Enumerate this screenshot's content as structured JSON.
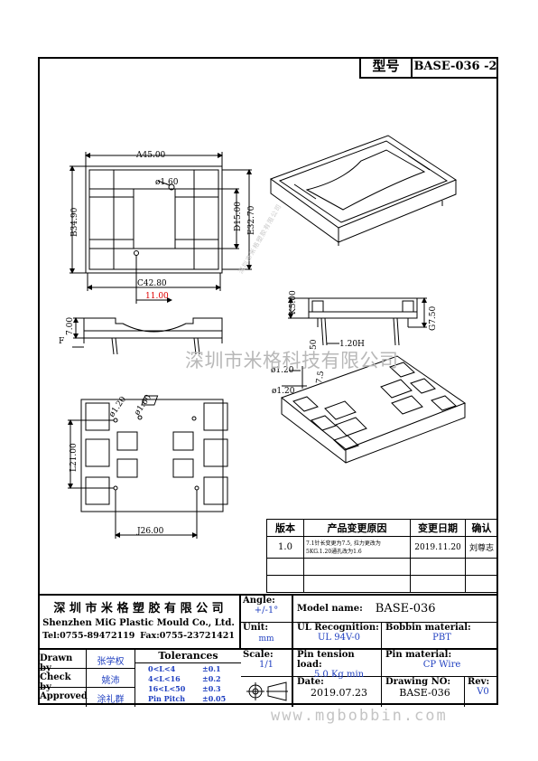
{
  "header": {
    "model_label": "型号",
    "model_value": "BASE-036 -2"
  },
  "top_view": {
    "dim_a": "A45.00",
    "dim_b": "B34.90",
    "dim_c": "C42.80",
    "dim_d": "D15.00",
    "dim_e": "E32.70",
    "dim_red": "11.00",
    "hole": "ø1.60",
    "red_color": "#e00000"
  },
  "side_view": {
    "dim_f": "F",
    "dim_f_val": "7.00"
  },
  "bottom_view": {
    "hole1": "ø1.20",
    "hole2": "ø1.60",
    "dim_l": "L21.00",
    "dim_j": "J26.00"
  },
  "right_side": {
    "dim_k": "K5.00",
    "dim_g": "G7.50",
    "pin_h": "1.20H",
    "dim_50": "50",
    "pin_1": "ø1.20",
    "pin_2": "ø1.20",
    "pin_len": "7.5"
  },
  "watermark": {
    "main": "深圳市米格科技有限公司",
    "diag": "深圳市米格塑胶有限公司",
    "site": "www.mgbobbin.com"
  },
  "revision": {
    "headers": [
      "版本",
      "产品变更原因",
      "变更日期",
      "确认"
    ],
    "rows": [
      {
        "ver": "1.0",
        "reason_line1": "7.1针长变更为7.5, 拉力更改为",
        "reason_line2": "5KG.1.20通孔改为1.6",
        "date": "2019.11.20",
        "by": "刘尊志"
      },
      {
        "ver": "",
        "reason_line1": "",
        "reason_line2": "",
        "date": "",
        "by": ""
      },
      {
        "ver": "",
        "reason_line1": "",
        "reason_line2": "",
        "date": "",
        "by": ""
      }
    ]
  },
  "title_block": {
    "company_cn": "深 圳 市 米 格 塑 胶 有 限 公 司",
    "company_en": "Shenzhen MiG Plastic Mould Co., Ltd.",
    "tel": "Tel:0755-89472119",
    "fax": "Fax:0755-23721421",
    "angle_label": "Angle:",
    "angle_value": "+/-1°",
    "unit_label": "Unit:",
    "unit_value": "mm",
    "scale_label": "Scale:",
    "scale_value": "1/1",
    "model_name_label": "Model name:",
    "model_name_value": "BASE-036",
    "ul_label": "UL Recognition:",
    "ul_value": "UL 94V-0",
    "bobbin_label": "Bobbin material:",
    "bobbin_value": "PBT",
    "pin_tension_label": "Pin tension load:",
    "pin_tension_value": "5.0 Kg min",
    "pin_material_label": "Pin material:",
    "pin_material_value": "CP Wire",
    "date_label": "Date:",
    "date_value": "2019.07.23",
    "drawing_label": "Drawing NO:",
    "drawing_value": "BASE-036",
    "rev_label": "Rev:",
    "rev_value": "V0",
    "drawn_label": "Drawn by",
    "drawn_value": "张学权",
    "check_label": "Check by",
    "check_value": "姚沛",
    "approved_label": "Approved",
    "approved_value": "涂礼群",
    "tolerances_title": "Tolerances",
    "tolerances": [
      {
        "range": "0<L<4",
        "value": "±0.1"
      },
      {
        "range": "4<L<16",
        "value": "±0.2"
      },
      {
        "range": "16<L<50",
        "value": "±0.3"
      },
      {
        "range": "Pin Pitch",
        "value": "±0.05"
      }
    ]
  }
}
